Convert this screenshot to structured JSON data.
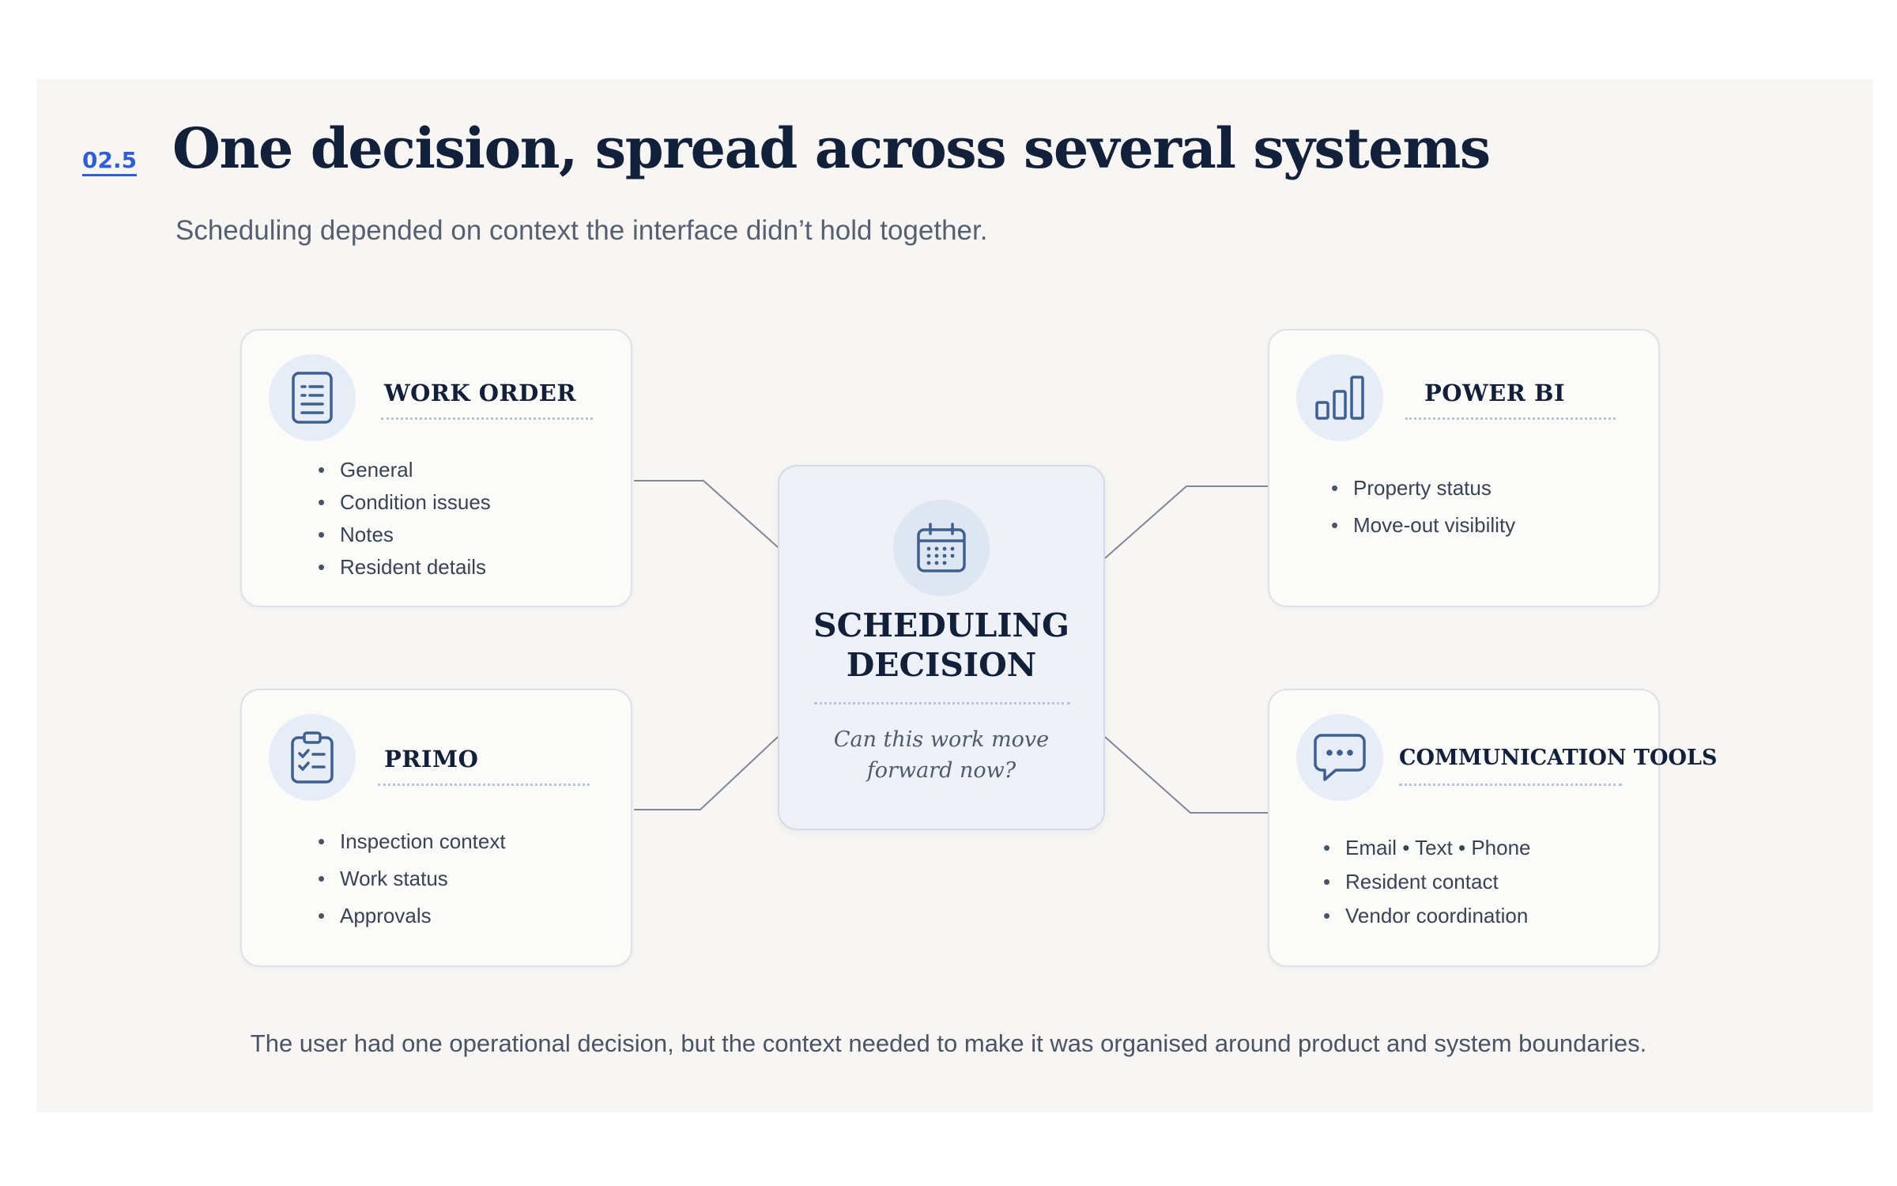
{
  "header": {
    "section_number": "02.5",
    "title": "One decision, spread across several systems",
    "subtitle": "Scheduling depended on context the interface didn’t hold together."
  },
  "center": {
    "icon": "calendar-icon",
    "title_line1": "SCHEDULING",
    "title_line2": "DECISION",
    "question_line1": "Can this work move",
    "question_line2": "forward now?"
  },
  "cards": {
    "work_order": {
      "icon": "document-icon",
      "title": "WORK ORDER",
      "items": [
        "General",
        "Condition issues",
        "Notes",
        "Resident details"
      ]
    },
    "power_bi": {
      "icon": "bar-chart-icon",
      "title": "POWER BI",
      "items": [
        "Property status",
        "Move-out visibility"
      ]
    },
    "primo": {
      "icon": "clipboard-checklist-icon",
      "title": "PRIMO",
      "items": [
        "Inspection context",
        "Work status",
        "Approvals"
      ]
    },
    "communication_tools": {
      "icon": "chat-bubble-icon",
      "title": "COMMUNICATION TOOLS",
      "items": [
        "Email • Text • Phone",
        "Resident contact",
        "Vendor coordination"
      ]
    }
  },
  "footer": {
    "caption": "The user had one operational decision, but the context needed to make it was organised around product and system boundaries."
  },
  "colors": {
    "accent_link": "#2f5fd0",
    "title_text": "#13203a",
    "icon_stroke": "#3f5f8f",
    "icon_circle": "#e7edf6",
    "connector": "#808896"
  }
}
